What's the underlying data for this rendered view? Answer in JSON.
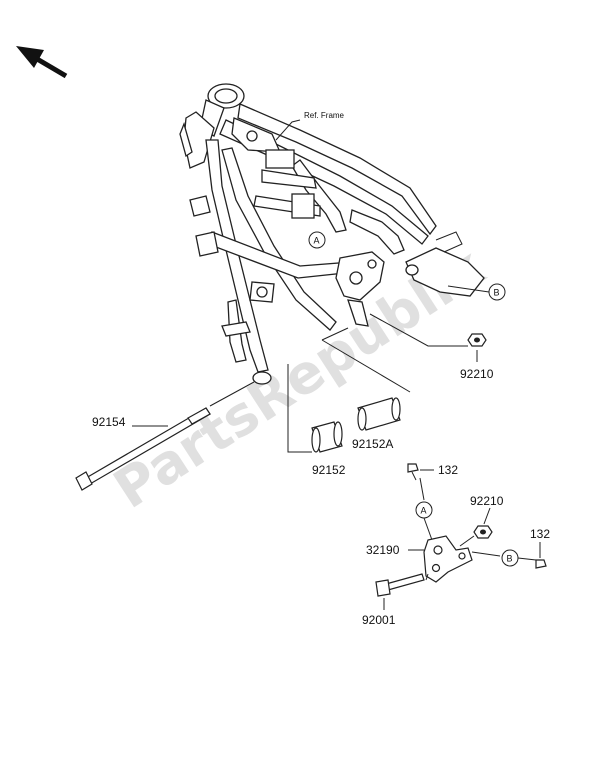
{
  "diagram": {
    "reference_label": "Ref. Frame",
    "watermark": "PartsRepublik",
    "callouts": {
      "a": "A",
      "b": "B"
    },
    "parts": {
      "p92210_top": "92210",
      "p92154": "92154",
      "p92152A": "92152A",
      "p92152": "92152",
      "p132_top": "132",
      "p92210_bracket": "92210",
      "p132_right": "132",
      "p32190": "32190",
      "p92001": "92001"
    }
  }
}
